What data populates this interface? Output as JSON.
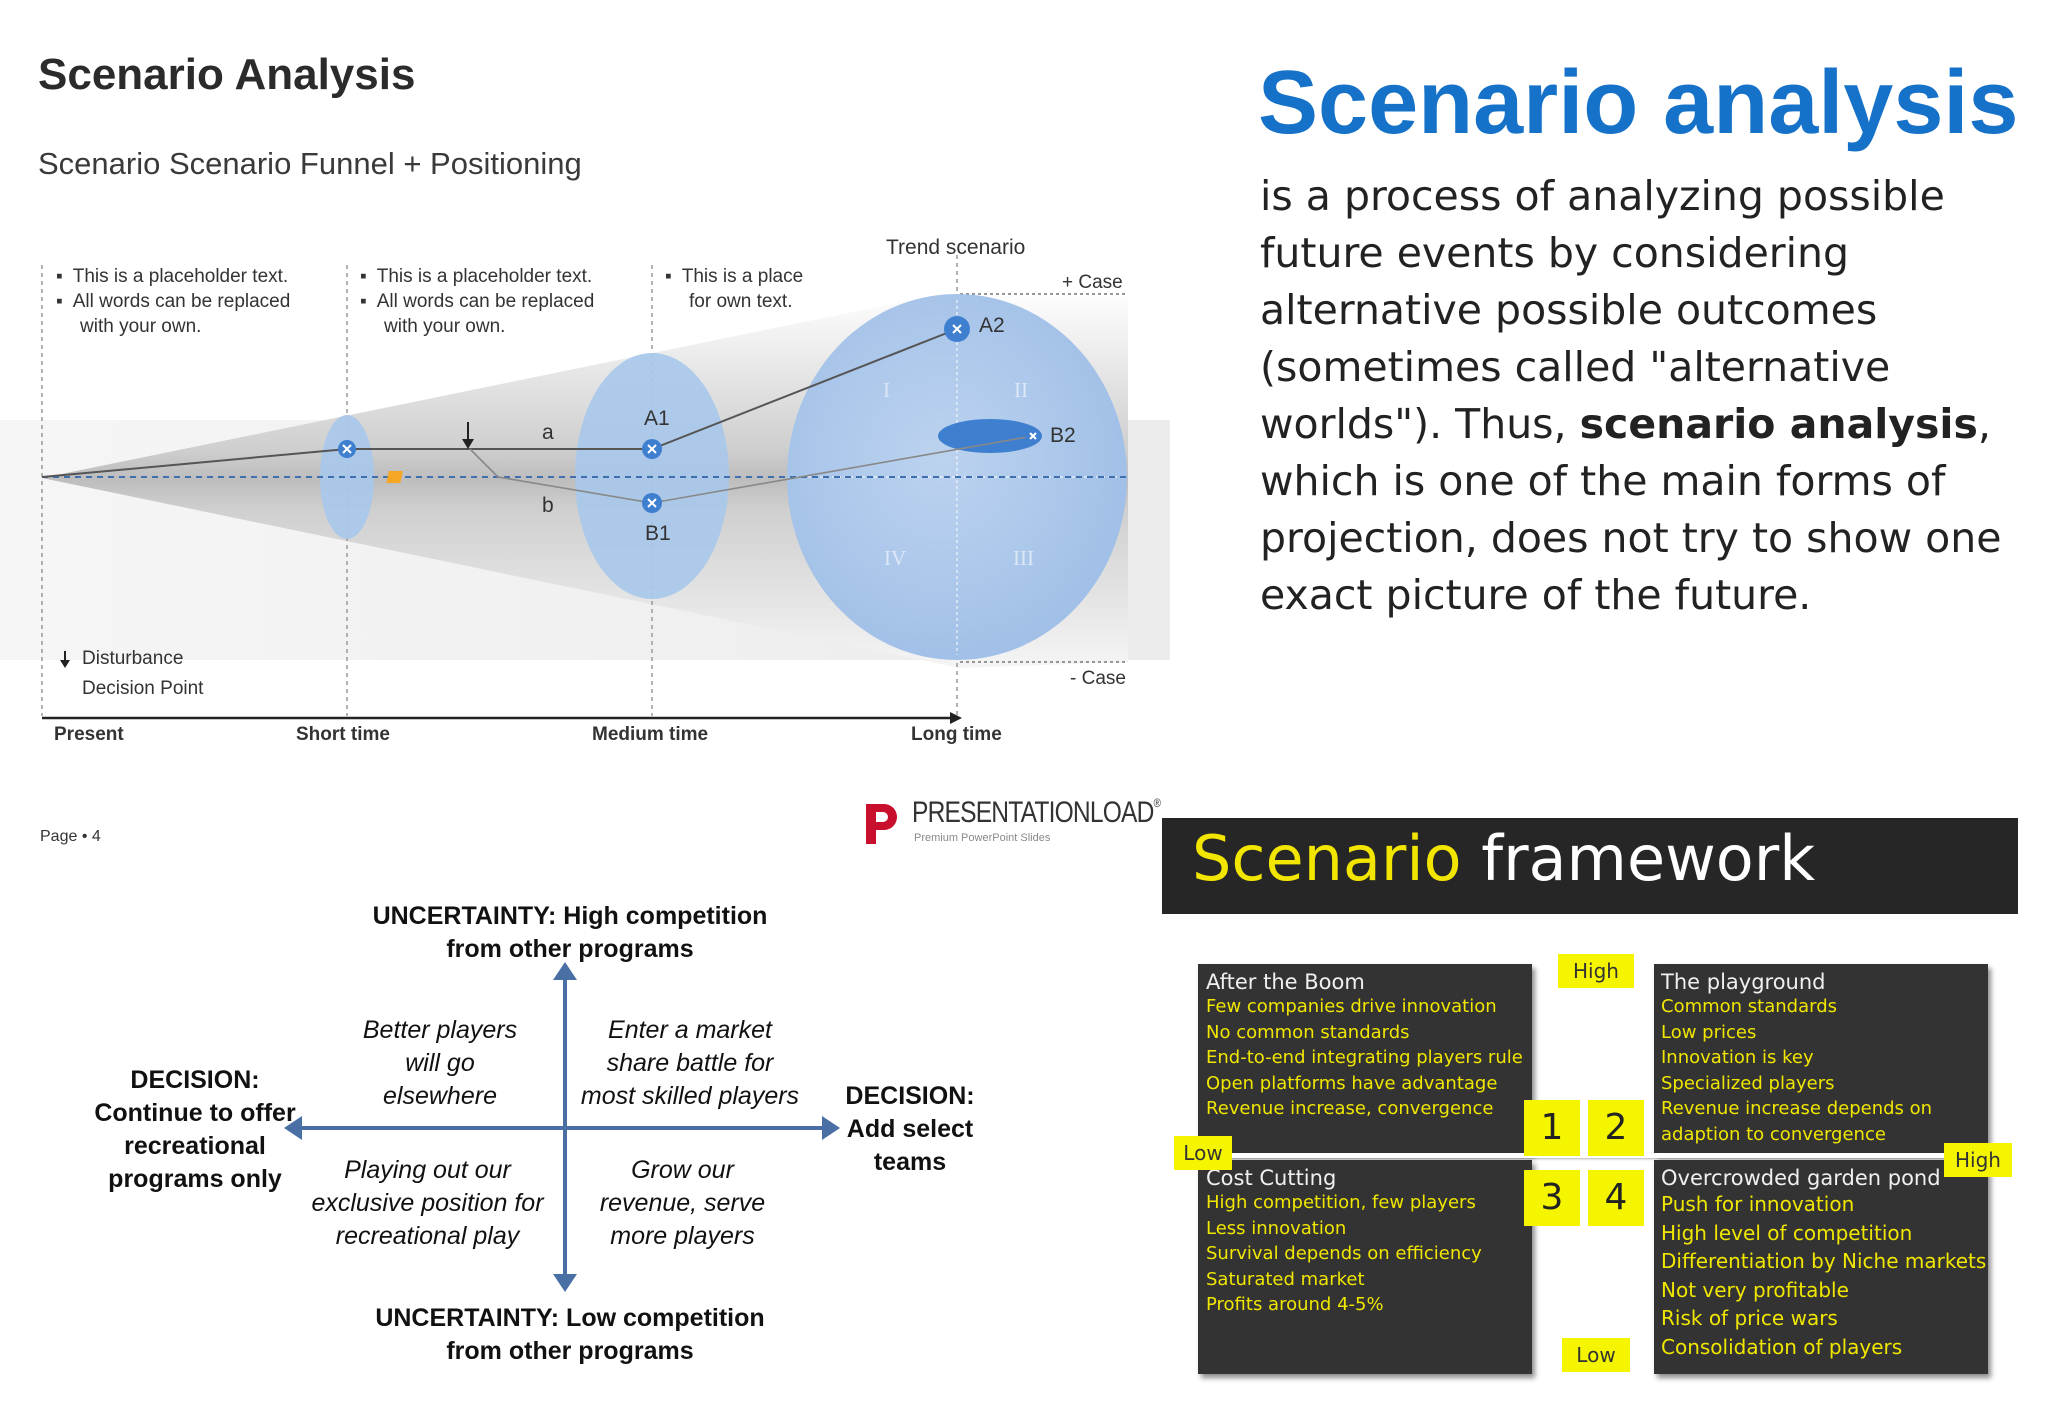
{
  "funnel": {
    "title": "Scenario Analysis",
    "subtitle": "Scenario Scenario Funnel + Positioning",
    "notes": [
      {
        "lines": [
          "This is a placeholder text.",
          "All words can be replaced",
          "with your own."
        ]
      },
      {
        "lines": [
          "This is a placeholder text.",
          "All words can be replaced",
          "with your own."
        ]
      },
      {
        "lines": [
          "This is a place",
          "for own text."
        ]
      }
    ],
    "trend_label": "Trend scenario",
    "plus_case": "+ Case",
    "minus_case": "- Case",
    "points": {
      "a": "a",
      "b": "b",
      "a1": "A1",
      "b1": "B1",
      "a2": "A2",
      "b2": "B2"
    },
    "quadrants": [
      "I",
      "II",
      "III",
      "IV"
    ],
    "legend": {
      "disturbance": "Disturbance",
      "decision_point": "Decision Point"
    },
    "timeline": [
      "Present",
      "Short time",
      "Medium time",
      "Long time"
    ],
    "page": "Page • 4",
    "brand": {
      "name": "PRESENTATIONLOAD",
      "registered": "®",
      "tagline": "Premium PowerPoint Slides"
    },
    "colors": {
      "funnel_blue": "#a9c8ec",
      "node_blue": "#3f7fcf",
      "decision_orange": "#f5a623",
      "brand_red": "#c8102e"
    }
  },
  "intro": {
    "title": "Scenario analysis",
    "desc_part1": "is a process of analyzing possible future events by considering alternative possible outcomes (sometimes called \"alternative worlds\"). Thus, ",
    "desc_bold": "scenario analysis",
    "desc_part2": ", which is one of the main forms of projection, does not try to show one exact picture of the future.",
    "title_color": "#1672c8"
  },
  "quadrant": {
    "top": [
      "UNCERTAINTY: High competition",
      "from other programs"
    ],
    "bottom": [
      "UNCERTAINTY: Low competition",
      "from other programs"
    ],
    "left": [
      "DECISION:",
      "Continue to offer",
      "recreational",
      "programs only"
    ],
    "right": [
      "DECISION:",
      "Add select",
      "teams"
    ],
    "q_top_left": [
      "Better players",
      "will go",
      "elsewhere"
    ],
    "q_top_right": [
      "Enter a market",
      "share battle for",
      "most skilled players"
    ],
    "q_bottom_left": [
      "Playing out our",
      "exclusive position for",
      "recreational play"
    ],
    "q_bottom_right": [
      "Grow our",
      "revenue, serve",
      "more players"
    ],
    "arrow_color": "#4a6fa5"
  },
  "framework": {
    "title_accent": "Scenario",
    "title_rest": " framework",
    "high_top": "High",
    "low_bottom": "Low",
    "low_left": "Low",
    "high_right": "High",
    "numbers": [
      "1",
      "2",
      "3",
      "4"
    ],
    "boxes": {
      "tl": {
        "head": "After the Boom",
        "items": [
          "Few companies drive innovation",
          "No common standards",
          "End-to-end integrating players rule",
          "Open platforms have advantage",
          "Revenue increase, convergence"
        ]
      },
      "tr": {
        "head": "The playground",
        "items": [
          "Common standards",
          "Low prices",
          "Innovation is key",
          "Specialized players",
          "Revenue increase depends on",
          "adaption to convergence"
        ]
      },
      "bl": {
        "head": "Cost Cutting",
        "items": [
          "High competition, few players",
          "Less innovation",
          "Survival depends on efficiency",
          "Saturated market",
          "Profits around 4-5%"
        ]
      },
      "br": {
        "head": "Overcrowded garden pond",
        "items": [
          "Push for innovation",
          "High level of competition",
          "Differentiation by Niche markets",
          "Not very profitable",
          "Risk of price wars",
          "Consolidation of players"
        ]
      }
    },
    "accent_color": "#f2e600"
  }
}
